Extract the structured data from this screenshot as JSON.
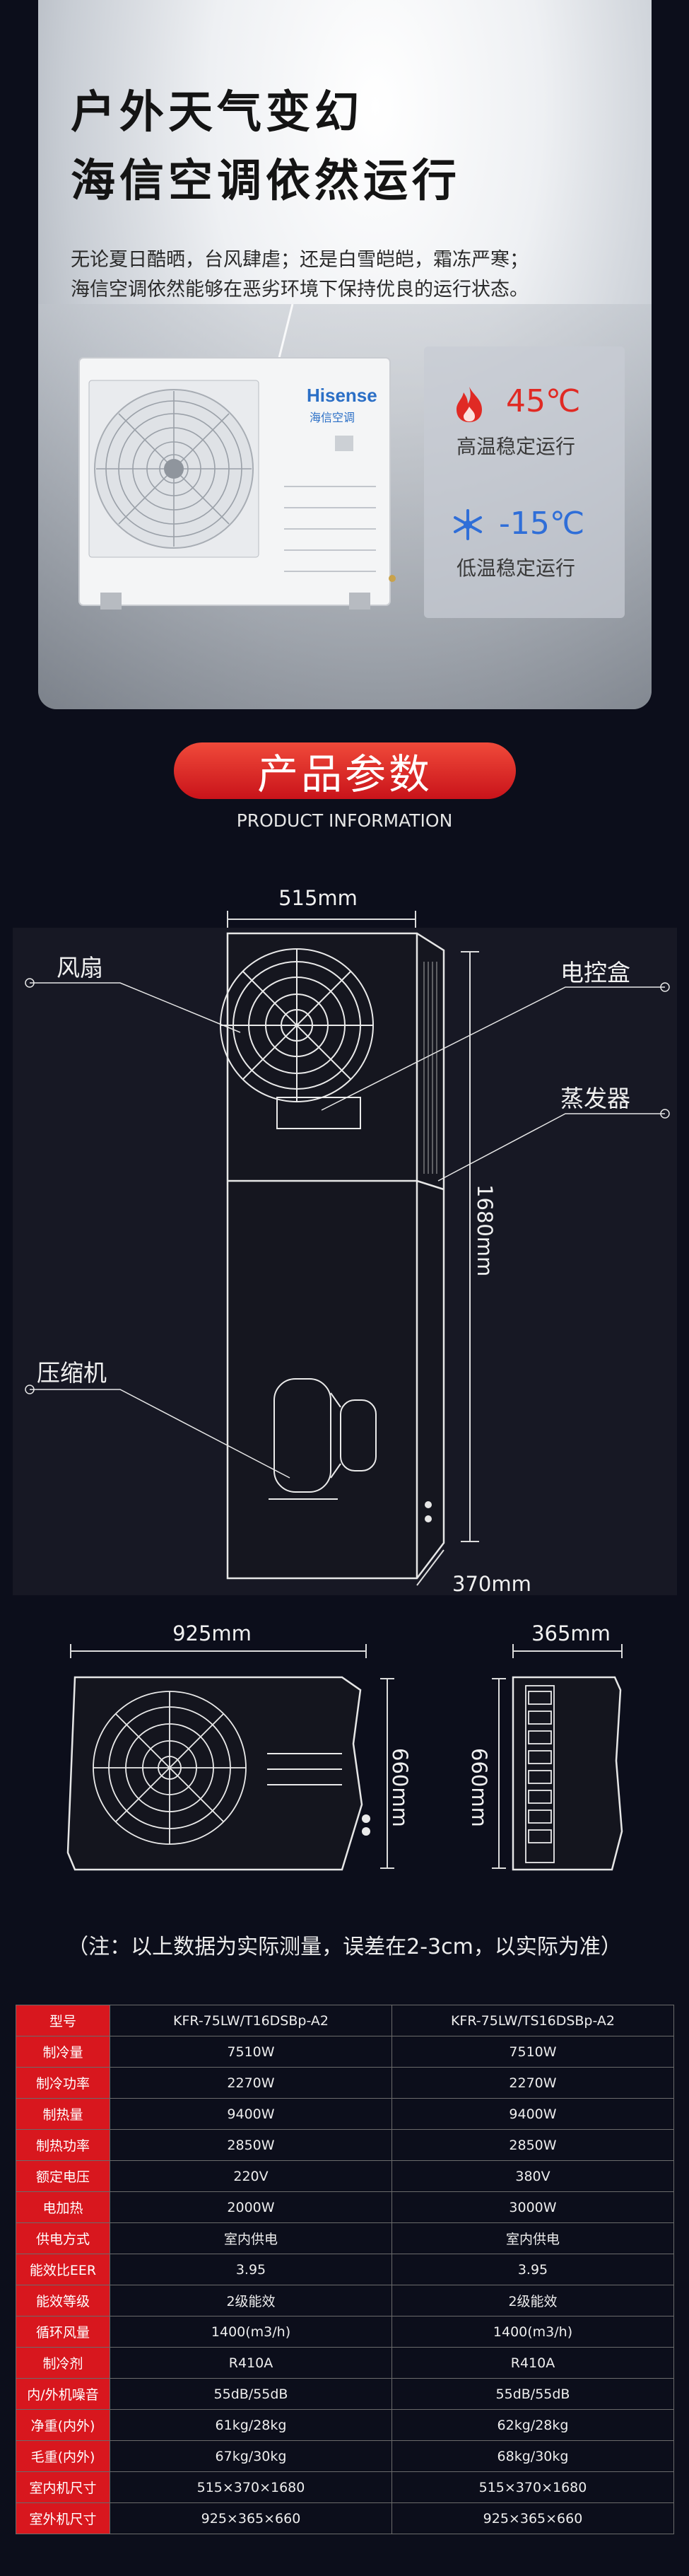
{
  "hero": {
    "headline_1": "户外天气变幻",
    "headline_2": "海信空调依然运行",
    "intro_1": "无论夏日酷晒，台风肆虐；还是白雪皑皑，霜冻严寒；",
    "intro_2": "海信空调依然能够在恶劣环境下保持优良的运行状态。",
    "brand_en": "Hisense",
    "brand_cn": "海信空调",
    "hot_value": "45℃",
    "hot_label": "高温稳定运行",
    "cold_value": "-15℃",
    "cold_label": "低温稳定运行",
    "hot_icon": "flame-icon",
    "cold_icon": "snowflake-icon"
  },
  "section": {
    "title": "产品参数",
    "subtitle": "PRODUCT INFORMATION"
  },
  "indoor": {
    "width": "515mm",
    "height": "1680mm",
    "depth": "370mm",
    "labels": {
      "fan": "风扇",
      "control_box": "电控盒",
      "evaporator": "蒸发器",
      "compressor": "压缩机"
    }
  },
  "outdoor": {
    "width": "925mm",
    "height_front": "660mm",
    "depth": "365mm",
    "height_side": "660mm"
  },
  "note": "（注：以上数据为实际测量，误差在2-3cm，以实际为准）",
  "specs": {
    "header": {
      "label": "型号",
      "col1": "KFR-75LW/T16DSBp-A2",
      "col2": "KFR-75LW/TS16DSBp-A2"
    },
    "rows": [
      {
        "label": "制冷量",
        "col1": "7510W",
        "col2": "7510W"
      },
      {
        "label": "制冷功率",
        "col1": "2270W",
        "col2": "2270W"
      },
      {
        "label": "制热量",
        "col1": "9400W",
        "col2": "9400W"
      },
      {
        "label": "制热功率",
        "col1": "2850W",
        "col2": "2850W"
      },
      {
        "label": "额定电压",
        "col1": "220V",
        "col2": "380V"
      },
      {
        "label": "电加热",
        "col1": "2000W",
        "col2": "3000W"
      },
      {
        "label": "供电方式",
        "col1": "室内供电",
        "col2": "室内供电"
      },
      {
        "label": "能效比EER",
        "col1": "3.95",
        "col2": "3.95"
      },
      {
        "label": "能效等级",
        "col1": "2级能效",
        "col2": "2级能效"
      },
      {
        "label": "循环风量",
        "col1": "1400(m3/h)",
        "col2": "1400(m3/h)"
      },
      {
        "label": "制冷剂",
        "col1": "R410A",
        "col2": "R410A"
      },
      {
        "label": "内/外机噪音",
        "col1": "55dB/55dB",
        "col2": "55dB/55dB"
      },
      {
        "label": "净重(内外)",
        "col1": "61kg/28kg",
        "col2": "62kg/28kg"
      },
      {
        "label": "毛重(内外)",
        "col1": "67kg/30kg",
        "col2": "68kg/30kg"
      },
      {
        "label": "室内机尺寸",
        "col1": "515×370×1680",
        "col2": "515×370×1680"
      },
      {
        "label": "室外机尺寸",
        "col1": "925×365×660",
        "col2": "925×365×660"
      }
    ]
  },
  "colors": {
    "accent": "#d8171e",
    "background": "#0c0e1b",
    "hot": "#e02a24",
    "cold": "#2f6ed8"
  }
}
